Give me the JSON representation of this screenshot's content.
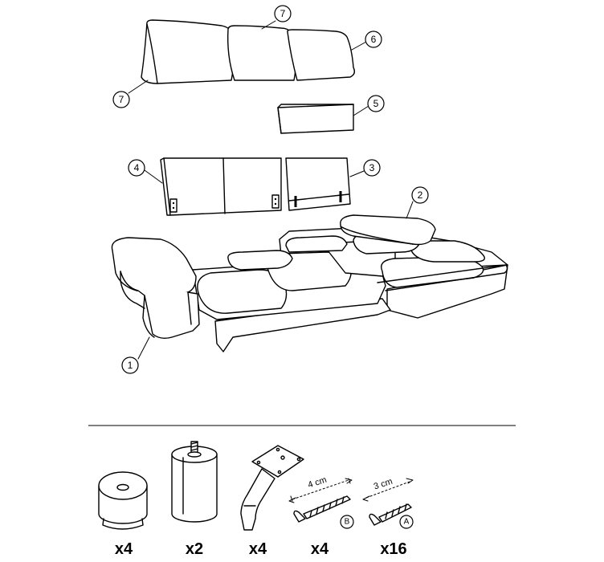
{
  "callouts": [
    "7",
    "6",
    "7",
    "5",
    "4",
    "3",
    "2",
    "1"
  ],
  "screw_a": {
    "length": "3 cm",
    "letter": "A"
  },
  "screw_b": {
    "length": "4 cm",
    "letter": "B"
  },
  "quantities": [
    "x4",
    "x2",
    "x4",
    "x4",
    "x16"
  ],
  "colors": {
    "line": "#000000",
    "background": "#ffffff"
  }
}
